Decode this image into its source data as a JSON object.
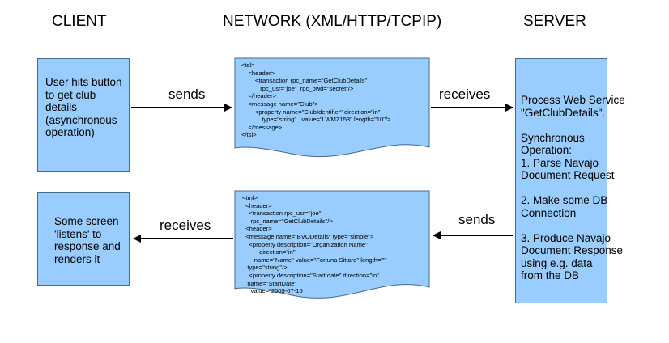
{
  "headings": {
    "client": "CLIENT",
    "network": "NETWORK (XML/HTTP/TCPIP)",
    "server": "SERVER"
  },
  "client_request_box": {
    "text": "User hits button\nto get club\ndetails\n(asynchronous\noperation)"
  },
  "client_response_box": {
    "text": "Some screen\n'listens' to\nresponse and\nrenders it"
  },
  "server_box": {
    "text": "Process Web Service\n\"GetClubDetails\".\n\nSynchronous\nOperation:\n1. Parse Navajo\nDocument Request\n\n2. Make some DB\nConnection\n\n3. Produce Navajo\nDocument Response\nusing e.g. data\nfrom the DB"
  },
  "request_document": {
    "text": "<tsl>\n    <header>\n        <transaction rpc_name=\"GetClubDetails\"\n           rpc_usr=\"joe\"  rpc_pwd=\"secret\"/>\n    </header>\n    <message name=\"Club\">\n        <property name=\"ClubIdentifier\" direction=\"in\"\n            type=\"string\"   value=\"LWMZ153\" length=\"10\"/>\n    </message>\n</tsl>"
  },
  "response_document": {
    "text": "<tml>\n  <header>\n    <transaction rpc_usr=\"joe\"\n     rpc_name=\"GetClubDetails\"/>\n  <header>\n  <message name=\"BVODetails\" type=\"simple\">\n    <property description=\"Organization Name\"\n          direction=\"in\"\n       name=\"Name\" value=\"Fortuna Sittard\" length=\"\"\n   type=\"string\"/>\n    <property description=\"Start date\" direction=\"in\"\n   name=\"StartDate\"\n     value=\"2009-07-15"
  },
  "arrows": {
    "sends_top": "sends",
    "receives_top": "receives",
    "sends_bottom": "sends",
    "receives_bottom": "receives"
  },
  "colors": {
    "box_fill": "#99ccff",
    "box_border": "#4a6a8a",
    "arrow": "#000000"
  }
}
